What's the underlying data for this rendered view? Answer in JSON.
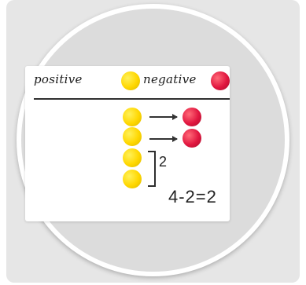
{
  "labels": {
    "positive": "positive",
    "negative": "negative"
  },
  "bracket_count": "2",
  "equation": "4-2=2",
  "colors": {
    "yellow": "#ffd700",
    "red": "#e1163f",
    "board": "#ffffff",
    "background": "#e6e6e6"
  },
  "counters": {
    "positive_total": 4,
    "negative_total": 2
  }
}
